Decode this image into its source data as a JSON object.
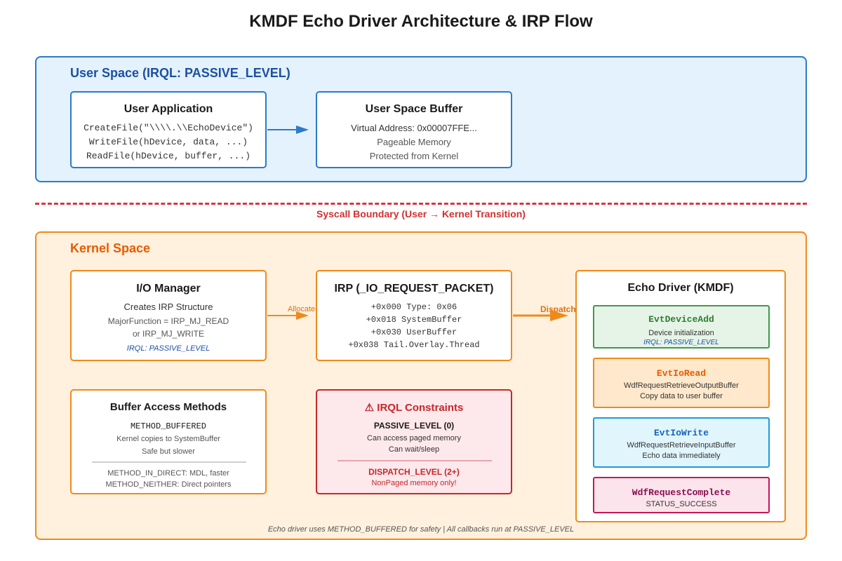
{
  "title": "KMDF Echo Driver Architecture & IRP Flow",
  "user_space": {
    "title": "User Space (IRQL: PASSIVE_LEVEL)",
    "user_app": {
      "title": "User Application",
      "lines": [
        "CreateFile(\"\\\\\\\\.\\\\EchoDevice\")",
        "WriteFile(hDevice, data, ...)",
        "ReadFile(hDevice, buffer, ...)"
      ]
    },
    "buffer": {
      "title": "User Space Buffer",
      "lines": [
        "Virtual Address: 0x00007FFE...",
        "Pageable Memory",
        "Protected from Kernel"
      ]
    }
  },
  "boundary": {
    "label": "Syscall Boundary (User → Kernel Transition)"
  },
  "kernel_space": {
    "title": "Kernel Space",
    "io_manager": {
      "title": "I/O Manager",
      "subtitle": "Creates IRP Structure",
      "lines": [
        "MajorFunction = IRP_MJ_READ",
        "or IRP_MJ_WRITE"
      ],
      "irql": "IRQL: PASSIVE_LEVEL"
    },
    "allocates_label": "Allocates",
    "irp": {
      "title": "IRP (_IO_REQUEST_PACKET)",
      "lines": [
        "+0x000 Type: 0x06",
        "+0x018 SystemBuffer",
        "+0x030 UserBuffer",
        "+0x038 Tail.Overlay.Thread"
      ]
    },
    "dispatch_label": "Dispatch",
    "driver": {
      "title": "Echo Driver (KMDF)",
      "callbacks": [
        {
          "name": "EvtDeviceAdd",
          "line1": "Device initialization",
          "line2": "IRQL: PASSIVE_LEVEL"
        },
        {
          "name": "EvtIoRead",
          "line1": "WdfRequestRetrieveOutputBuffer",
          "line2": "Copy data to user buffer"
        },
        {
          "name": "EvtIoWrite",
          "line1": "WdfRequestRetrieveInputBuffer",
          "line2": "Echo data immediately"
        },
        {
          "name": "WdfRequestComplete",
          "line1": "STATUS_SUCCESS"
        }
      ]
    },
    "buffer_methods": {
      "title": "Buffer Access Methods",
      "method": "METHOD_BUFFERED",
      "lines": [
        "Kernel copies to SystemBuffer",
        "Safe but slower"
      ],
      "others": [
        "METHOD_IN_DIRECT: MDL, faster",
        "METHOD_NEITHER: Direct pointers"
      ]
    },
    "irql_constraints": {
      "title": "⚠ IRQL Constraints",
      "passive": "PASSIVE_LEVEL (0)",
      "passive_lines": [
        "Can access paged memory",
        "Can wait/sleep"
      ],
      "dispatch": "DISPATCH_LEVEL (2+)",
      "dispatch_line": "NonPaged memory only!"
    },
    "footnote": "Echo driver uses METHOD_BUFFERED for safety | All callbacks run at PASSIVE_LEVEL"
  },
  "colors": {
    "user_border": "#2b7bc9",
    "user_fill": "#e3f2fd",
    "kernel_border": "#ee8a1c",
    "kernel_fill": "#fff1de",
    "boundary": "#d9363e",
    "irql_border": "#c62828",
    "irql_fill": "#fde8ec"
  }
}
